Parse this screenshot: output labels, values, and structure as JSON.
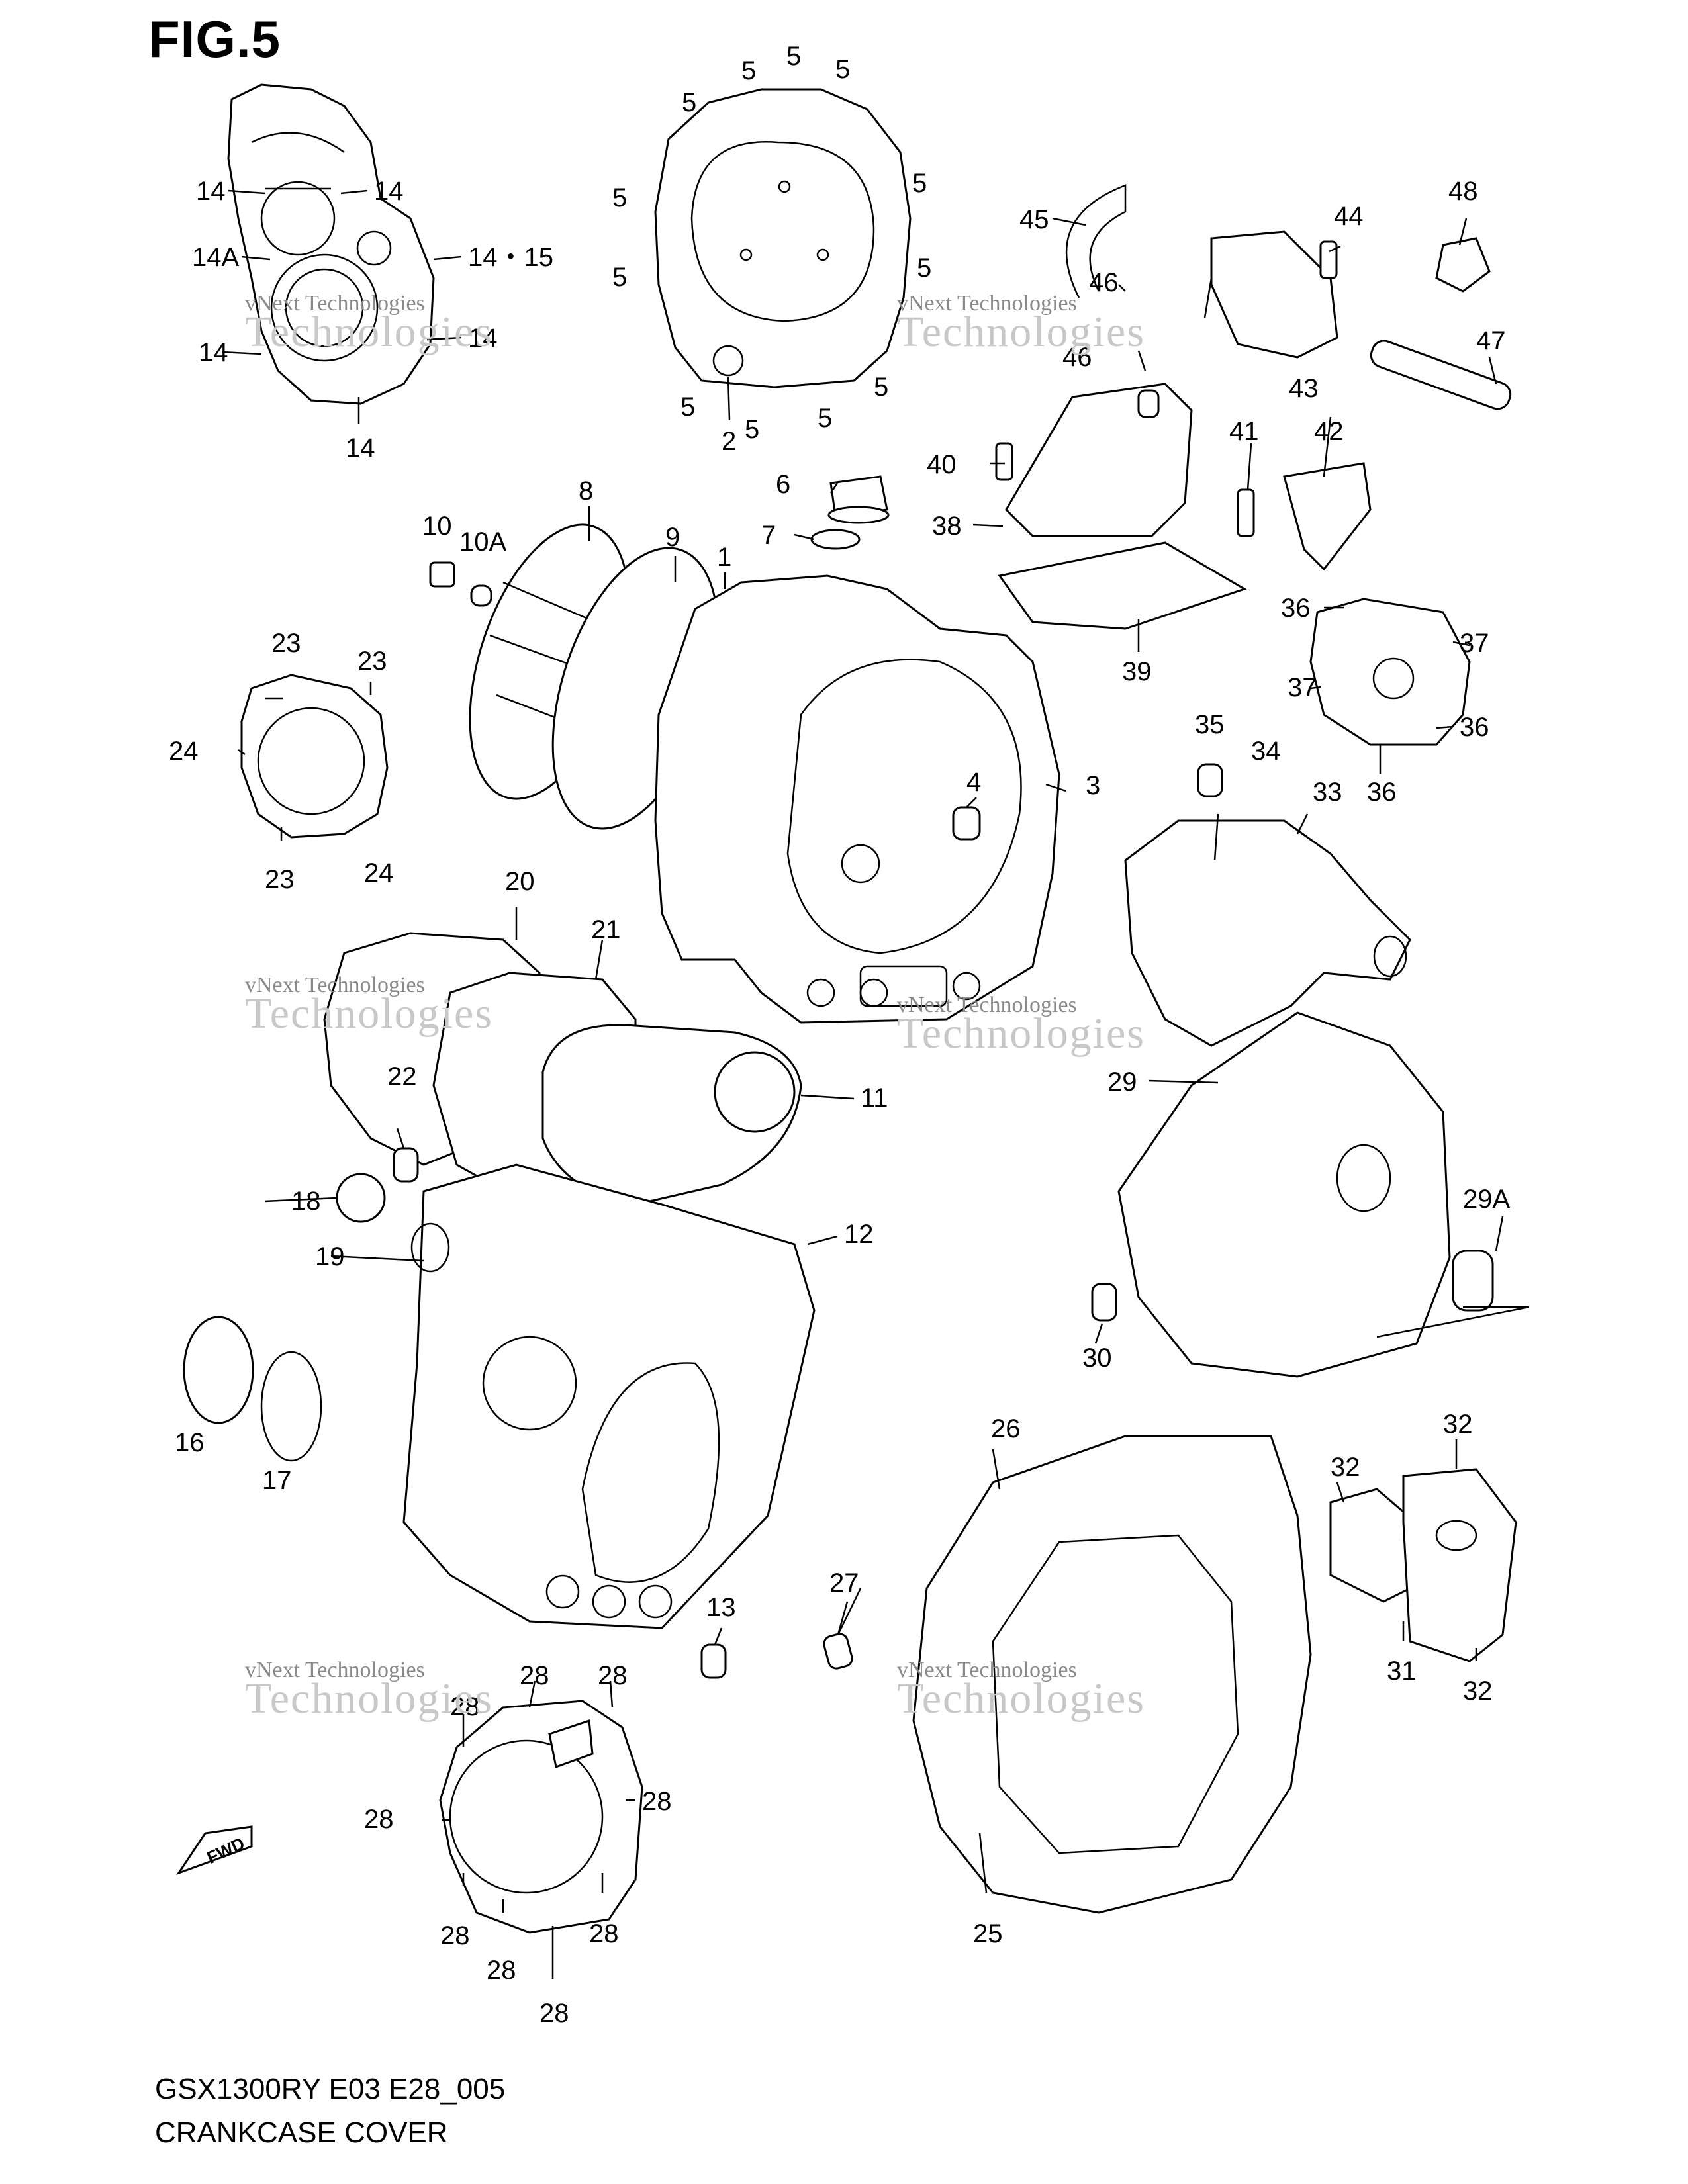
{
  "figure": {
    "title": "FIG.5"
  },
  "footer": {
    "model": "GSX1300RY E03 E28_005",
    "name": "CRANKCASE COVER"
  },
  "watermark": {
    "line1": "vNext Technologies",
    "line2": "Technologies"
  },
  "fwd_label": "FWD",
  "callouts": [
    {
      "id": "c1",
      "text": "1"
    },
    {
      "id": "c2",
      "text": "2"
    },
    {
      "id": "c3",
      "text": "3"
    },
    {
      "id": "c4",
      "text": "4"
    },
    {
      "id": "c5a",
      "text": "5"
    },
    {
      "id": "c5b",
      "text": "5"
    },
    {
      "id": "c5c",
      "text": "5"
    },
    {
      "id": "c5d",
      "text": "5"
    },
    {
      "id": "c5e",
      "text": "5"
    },
    {
      "id": "c5f",
      "text": "5"
    },
    {
      "id": "c5g",
      "text": "5"
    },
    {
      "id": "c5h",
      "text": "5"
    },
    {
      "id": "c5i",
      "text": "5"
    },
    {
      "id": "c5j",
      "text": "5"
    },
    {
      "id": "c5k",
      "text": "5"
    },
    {
      "id": "c5l",
      "text": "5"
    },
    {
      "id": "c6",
      "text": "6"
    },
    {
      "id": "c7",
      "text": "7"
    },
    {
      "id": "c8",
      "text": "8"
    },
    {
      "id": "c9",
      "text": "9"
    },
    {
      "id": "c10",
      "text": "10"
    },
    {
      "id": "c10a",
      "text": "10A"
    },
    {
      "id": "c11",
      "text": "11"
    },
    {
      "id": "c12",
      "text": "12"
    },
    {
      "id": "c13",
      "text": "13"
    },
    {
      "id": "c14a",
      "text": "14"
    },
    {
      "id": "c14b",
      "text": "14"
    },
    {
      "id": "c14c",
      "text": "14A"
    },
    {
      "id": "c14d",
      "text": "14・15"
    },
    {
      "id": "c14e",
      "text": "14"
    },
    {
      "id": "c14f",
      "text": "14"
    },
    {
      "id": "c14g",
      "text": "14"
    },
    {
      "id": "c16",
      "text": "16"
    },
    {
      "id": "c17",
      "text": "17"
    },
    {
      "id": "c18",
      "text": "18"
    },
    {
      "id": "c19",
      "text": "19"
    },
    {
      "id": "c20",
      "text": "20"
    },
    {
      "id": "c21",
      "text": "21"
    },
    {
      "id": "c22",
      "text": "22"
    },
    {
      "id": "c23a",
      "text": "23"
    },
    {
      "id": "c23b",
      "text": "23"
    },
    {
      "id": "c23c",
      "text": "23"
    },
    {
      "id": "c24a",
      "text": "24"
    },
    {
      "id": "c24b",
      "text": "24"
    },
    {
      "id": "c25",
      "text": "25"
    },
    {
      "id": "c26",
      "text": "26"
    },
    {
      "id": "c27",
      "text": "27"
    },
    {
      "id": "c28a",
      "text": "28"
    },
    {
      "id": "c28b",
      "text": "28"
    },
    {
      "id": "c28c",
      "text": "28"
    },
    {
      "id": "c28d",
      "text": "28"
    },
    {
      "id": "c28e",
      "text": "28"
    },
    {
      "id": "c28f",
      "text": "28"
    },
    {
      "id": "c28g",
      "text": "28"
    },
    {
      "id": "c28h",
      "text": "28"
    },
    {
      "id": "c28i",
      "text": "28"
    },
    {
      "id": "c29",
      "text": "29"
    },
    {
      "id": "c29a",
      "text": "29A"
    },
    {
      "id": "c30",
      "text": "30"
    },
    {
      "id": "c31",
      "text": "31"
    },
    {
      "id": "c32a",
      "text": "32"
    },
    {
      "id": "c32b",
      "text": "32"
    },
    {
      "id": "c32c",
      "text": "32"
    },
    {
      "id": "c33",
      "text": "33"
    },
    {
      "id": "c34",
      "text": "34"
    },
    {
      "id": "c35",
      "text": "35"
    },
    {
      "id": "c36a",
      "text": "36"
    },
    {
      "id": "c36b",
      "text": "36"
    },
    {
      "id": "c36c",
      "text": "36"
    },
    {
      "id": "c37a",
      "text": "37"
    },
    {
      "id": "c37b",
      "text": "37"
    },
    {
      "id": "c38",
      "text": "38"
    },
    {
      "id": "c39",
      "text": "39"
    },
    {
      "id": "c40",
      "text": "40"
    },
    {
      "id": "c41",
      "text": "41"
    },
    {
      "id": "c42",
      "text": "42"
    },
    {
      "id": "c43",
      "text": "43"
    },
    {
      "id": "c44",
      "text": "44"
    },
    {
      "id": "c45",
      "text": "45"
    },
    {
      "id": "c46a",
      "text": "46"
    },
    {
      "id": "c46b",
      "text": "46"
    },
    {
      "id": "c47",
      "text": "47"
    },
    {
      "id": "c48",
      "text": "48"
    }
  ]
}
